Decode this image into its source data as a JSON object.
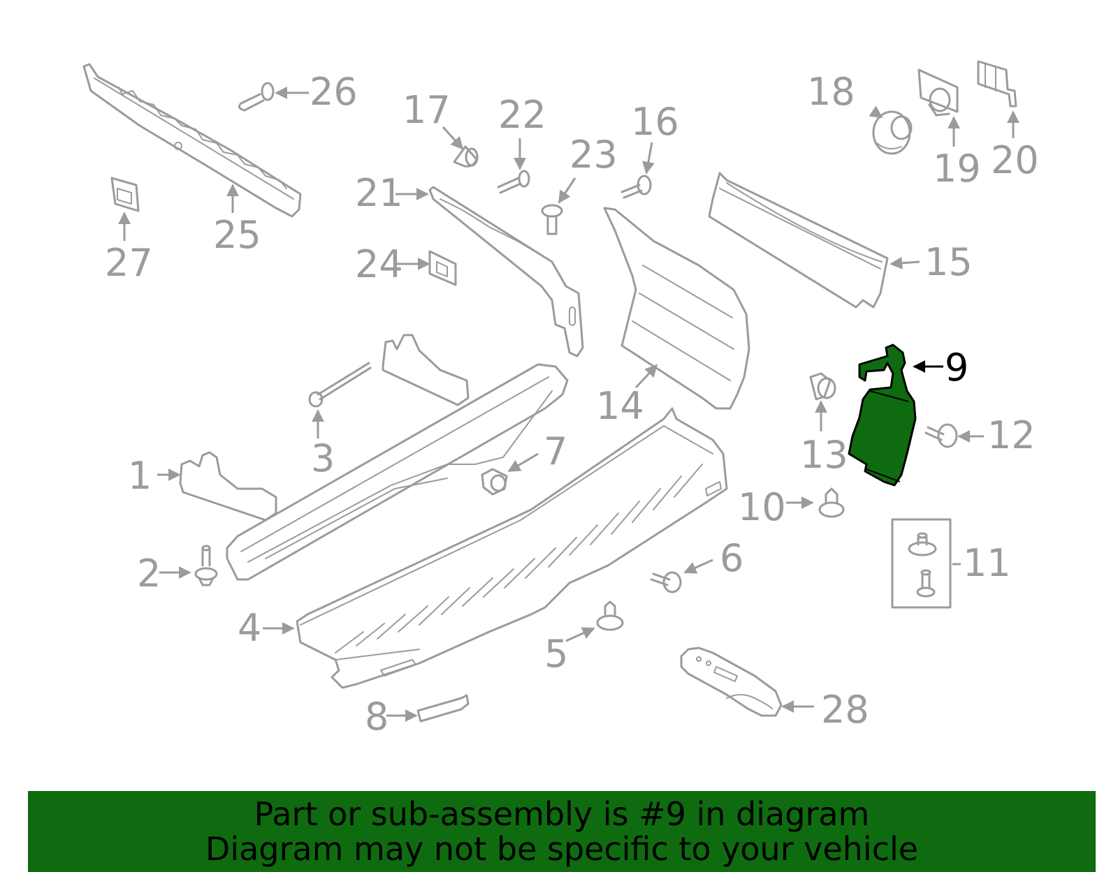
{
  "highlight_color": "#0f6b0f",
  "label_color": "#9b9b9b",
  "highlighted_part": "9",
  "callouts": {
    "c1": "1",
    "c2": "2",
    "c3": "3",
    "c4": "4",
    "c5": "5",
    "c6": "6",
    "c7": "7",
    "c8": "8",
    "c9": "9",
    "c10": "10",
    "c11": "11",
    "c12": "12",
    "c13": "13",
    "c14": "14",
    "c15": "15",
    "c16": "16",
    "c17": "17",
    "c18": "18",
    "c19": "19",
    "c20": "20",
    "c21": "21",
    "c22": "22",
    "c23": "23",
    "c24": "24",
    "c25": "25",
    "c26": "26",
    "c27": "27",
    "c28": "28"
  },
  "banner": {
    "line1": "Part or sub-assembly is #9 in diagram",
    "line2": "Diagram may not be specific to your vehicle"
  }
}
